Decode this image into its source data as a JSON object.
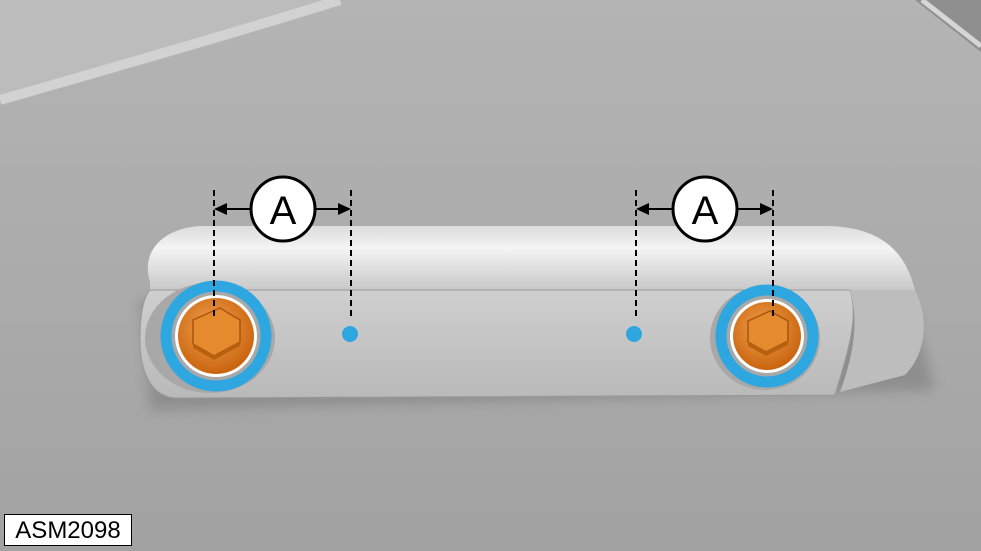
{
  "figure_id": "ASM2098",
  "callouts": [
    {
      "label": "A"
    },
    {
      "label": "A"
    }
  ],
  "colors": {
    "background": "#a9a9a9",
    "bracket_top": "#eeeeee",
    "bracket_face": "#c4c4c4",
    "bolt": "#e07b1e",
    "highlight_ring": "#2ea6e0",
    "reference_point": "#2ea6e0"
  },
  "icons": [
    "bolt-icon",
    "reference-dot-icon",
    "dimension-arrow-icon"
  ]
}
